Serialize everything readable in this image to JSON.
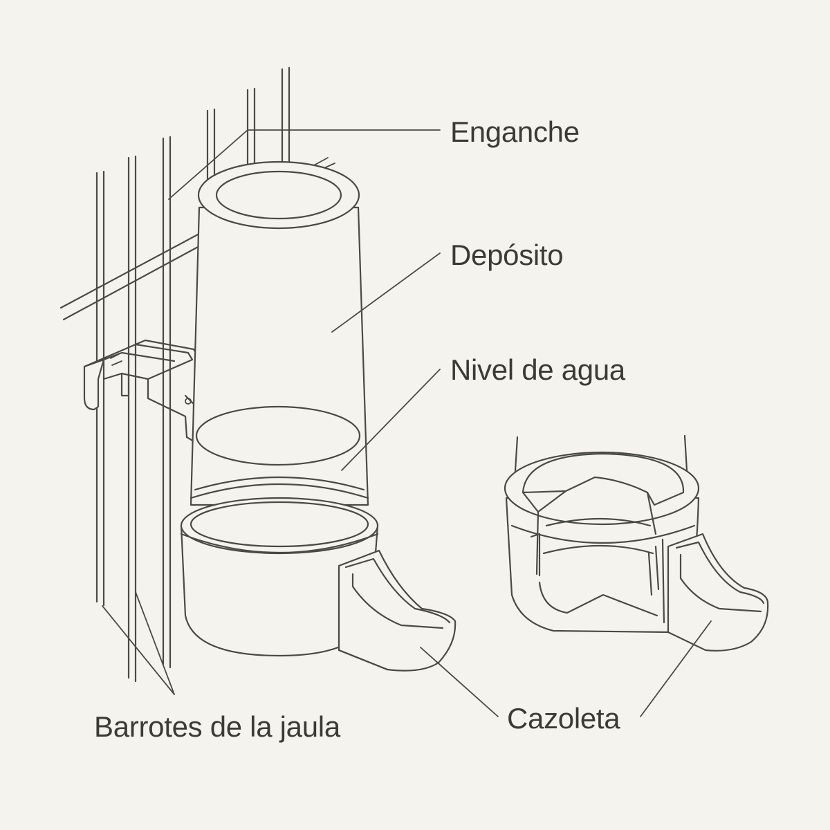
{
  "labels": {
    "enganche": "Enganche",
    "deposito": "Depósito",
    "nivel_agua": "Nivel de agua",
    "barrotes": "Barrotes de la jaula",
    "cazoleta": "Cazoleta"
  },
  "colors": {
    "background": "#f4f3ee",
    "line": "#4a4a44",
    "text": "#3b3b36"
  }
}
